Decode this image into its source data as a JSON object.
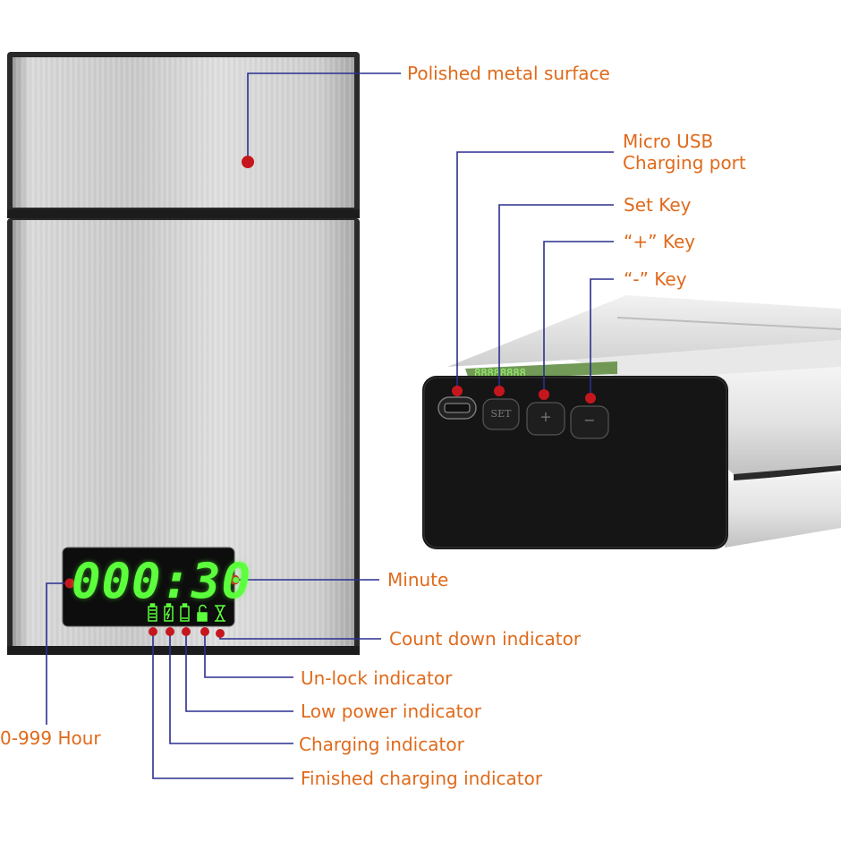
{
  "colors": {
    "label": "#e06a1b",
    "leader_line": "#2b2f8f",
    "marker": "#c6161d",
    "lcd_text": "#5cff3c",
    "metal": "#d4d4d4",
    "panel": "#161616"
  },
  "labels": {
    "polished_metal": "Polished metal surface",
    "micro_usb_1": "Micro USB",
    "micro_usb_2": "Charging port",
    "set_key": "Set Key",
    "plus_key": "“+” Key",
    "minus_key": "“-” Key",
    "minute": "Minute",
    "countdown": "Count down indicator",
    "unlock": "Un-lock indicator",
    "low_power": "Low power indicator",
    "hour": "0-999 Hour",
    "charging": "Charging indicator",
    "finished_charging": "Finished charging indicator"
  },
  "display": {
    "digits": "000:30"
  },
  "buttons": {
    "set": "SET",
    "plus": "+",
    "minus": "−"
  },
  "icons": [
    "battery-full-icon",
    "battery-charging-icon",
    "battery-low-icon",
    "unlock-icon",
    "hourglass-icon"
  ]
}
